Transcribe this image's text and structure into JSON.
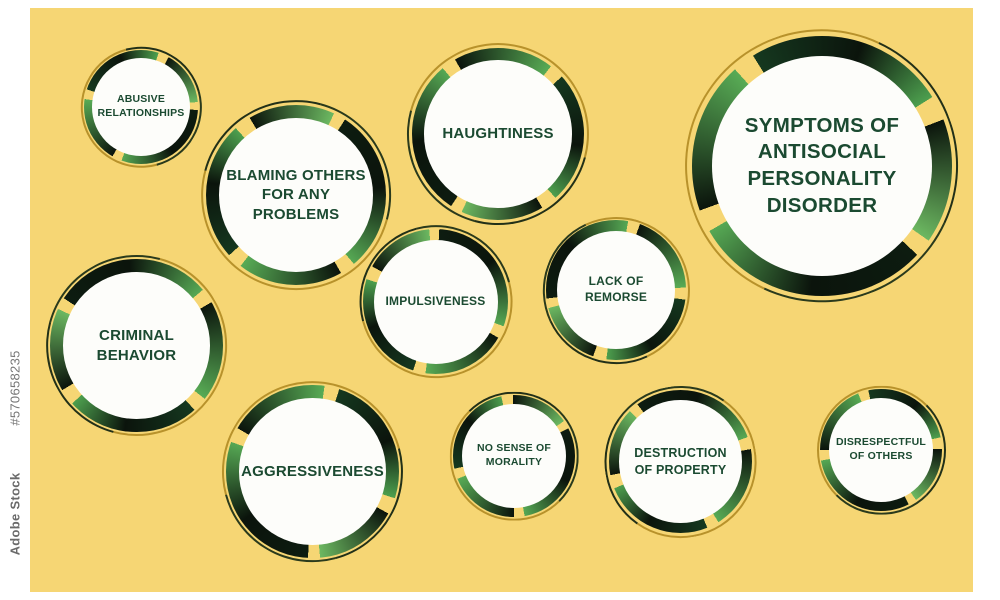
{
  "watermark": {
    "brand": "Adobe Stock",
    "id": "#570658235"
  },
  "title_bubble": {
    "label": "SYMPTOMS OF ANTISOCIAL PERSONALITY DISORDER"
  },
  "bubbles": [
    {
      "label": "ABUSIVE RELATIONSHIPS"
    },
    {
      "label": "BLAMING OTHERS FOR ANY PROBLEMS"
    },
    {
      "label": "HAUGHTINESS"
    },
    {
      "label": "CRIMINAL BEHAVIOR"
    },
    {
      "label": "IMPULSIVENESS"
    },
    {
      "label": "LACK OF REMORSE"
    },
    {
      "label": "AGGRESSIVENESS"
    },
    {
      "label": "NO SENSE OF MORALITY"
    },
    {
      "label": "DESTRUCTION OF PROPERTY"
    },
    {
      "label": "DISRESPECTFUL OF OTHERS"
    }
  ],
  "colors": {
    "background": "#F6D674",
    "bubble_fill": "#FDFDFA",
    "label_text": "#1B4A31",
    "ring_dark": "#0B140C",
    "ring_green": "#4FA351",
    "ring_gold": "#B8922B"
  }
}
